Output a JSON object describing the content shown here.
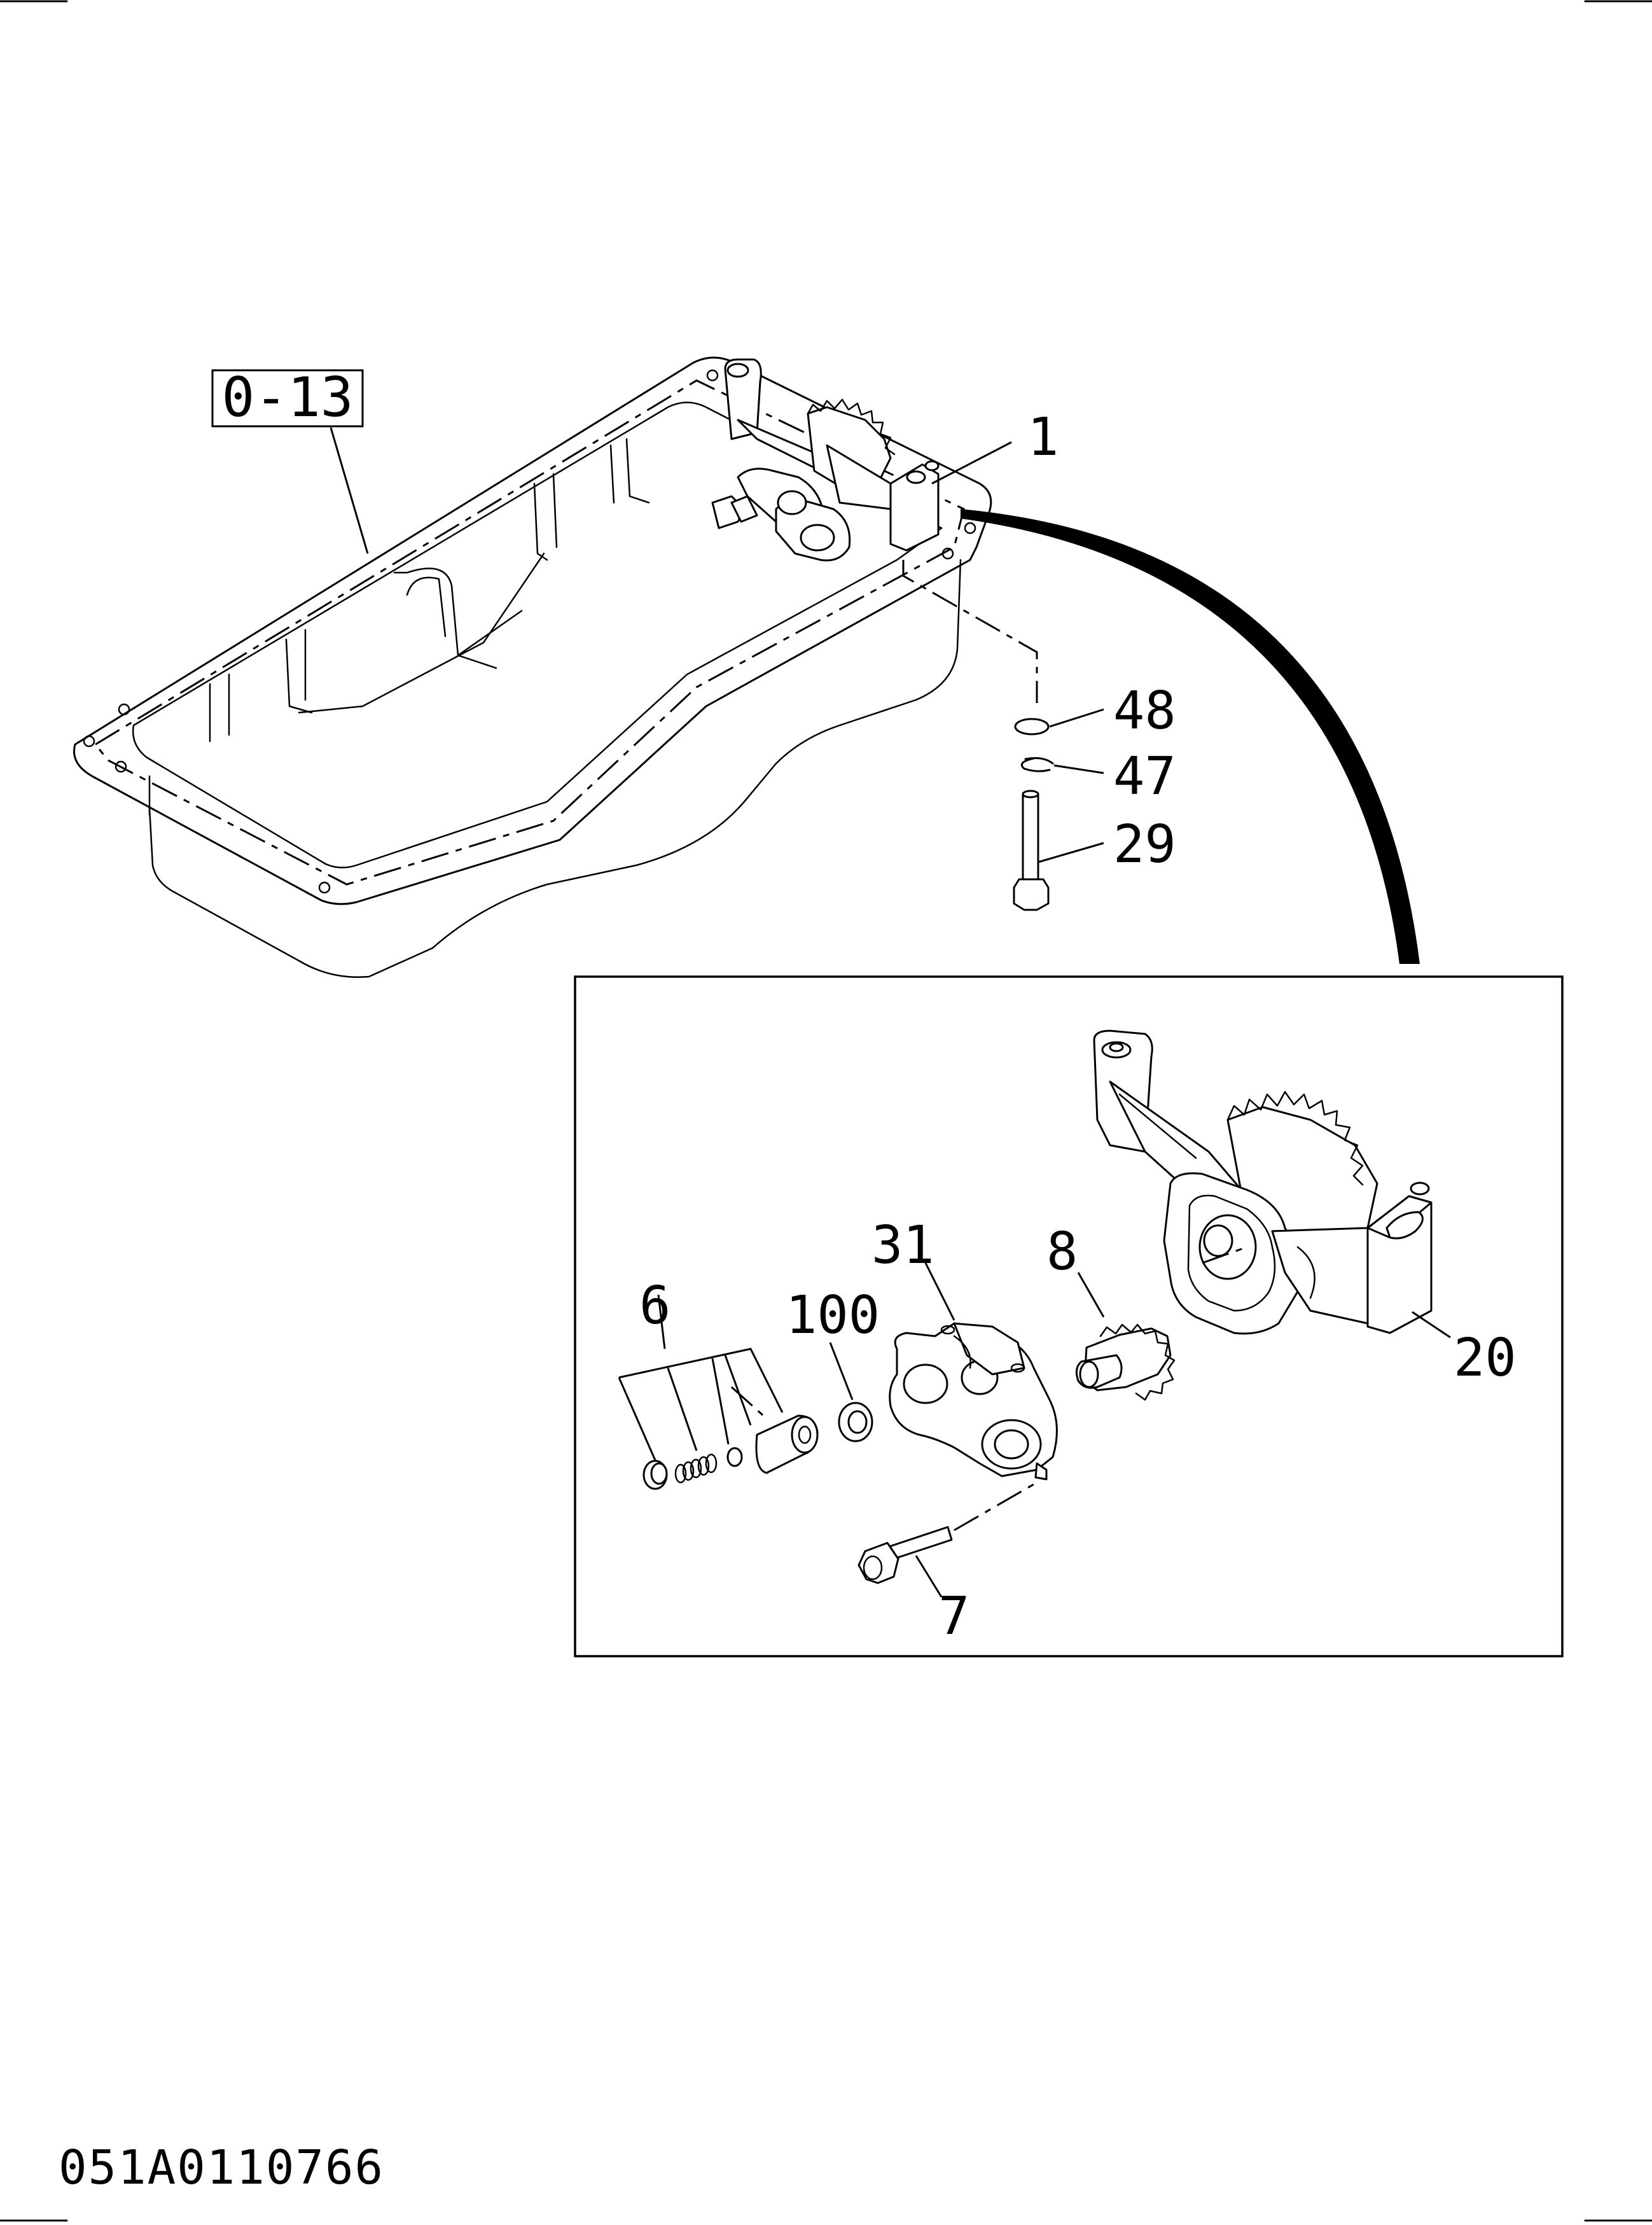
{
  "ref_box": {
    "label": "0-13"
  },
  "callouts": {
    "c1": "1",
    "c48": "48",
    "c47": "47",
    "c29": "29",
    "c31": "31",
    "c8": "8",
    "c6": "6",
    "c100": "100",
    "c20": "20",
    "c7": "7"
  },
  "drawing_code": "051A0110766"
}
